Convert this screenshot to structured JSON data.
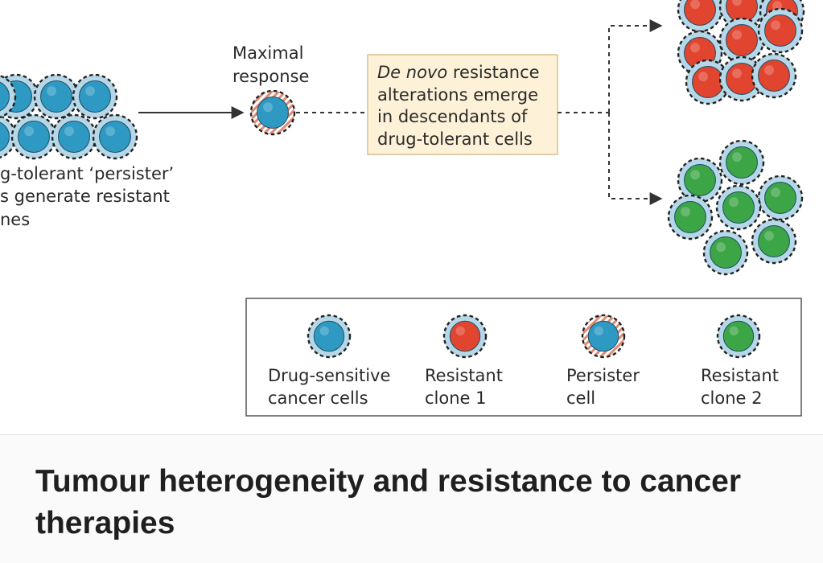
{
  "left_caption": {
    "lines": [
      "g-tolerant ‘persister’",
      "s generate resistant",
      "nes"
    ]
  },
  "maximal_response": {
    "lines": [
      "Maximal",
      "response"
    ]
  },
  "resistance_box": {
    "first_line_italic": "De novo",
    "first_line_rest": " resistance",
    "lines": [
      "alterations emerge",
      "in descendants of",
      "drug-tolerant cells"
    ]
  },
  "legend": {
    "items": [
      {
        "icon": "drug-sensitive-cell-icon",
        "line1": "Drug-sensitive",
        "line2": "cancer cells"
      },
      {
        "icon": "resistant-clone-1-cell-icon",
        "line1": "Resistant",
        "line2": "clone 1"
      },
      {
        "icon": "persister-cell-icon",
        "line1": "Persister",
        "line2": "cell"
      },
      {
        "icon": "resistant-clone-2-cell-icon",
        "line1": "Resistant",
        "line2": "clone 2"
      }
    ]
  },
  "caption": {
    "title": "Tumour heterogeneity and resistance to cancer therapies"
  },
  "colors": {
    "blue": "#2e9ac4",
    "red": "#e2452f",
    "green": "#3ca646",
    "halo": "#b5d7e7",
    "persister_stripe": "#e08a73",
    "box_fill": "#fdf2d8",
    "box_border": "#d9c08e"
  }
}
